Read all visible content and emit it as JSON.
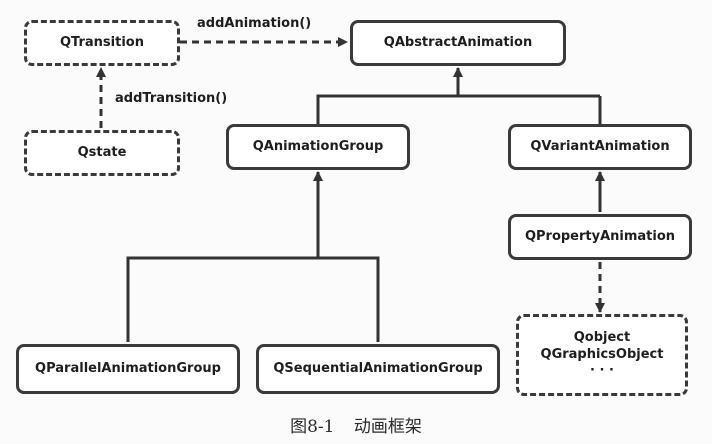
{
  "nodes": {
    "qtransition": "QTransition",
    "qstate": "Qstate",
    "qabstractanimation": "QAbstractAnimation",
    "qanimationgroup": "QAnimationGroup",
    "qvariantanimation": "QVariantAnimation",
    "qpropertyanimation": "QPropertyAnimation",
    "qparallelanimationgroup": "QParallelAnimationGroup",
    "qsequentialanimationgroup": "QSequentialAnimationGroup",
    "qobject_group": {
      "line1": "Qobject",
      "line2": "QGraphicsObject",
      "line3": "· · ·"
    }
  },
  "edges": {
    "add_animation": "addAnimation()",
    "add_transition": "addTransition()"
  },
  "caption": "图8-1 动画框架"
}
